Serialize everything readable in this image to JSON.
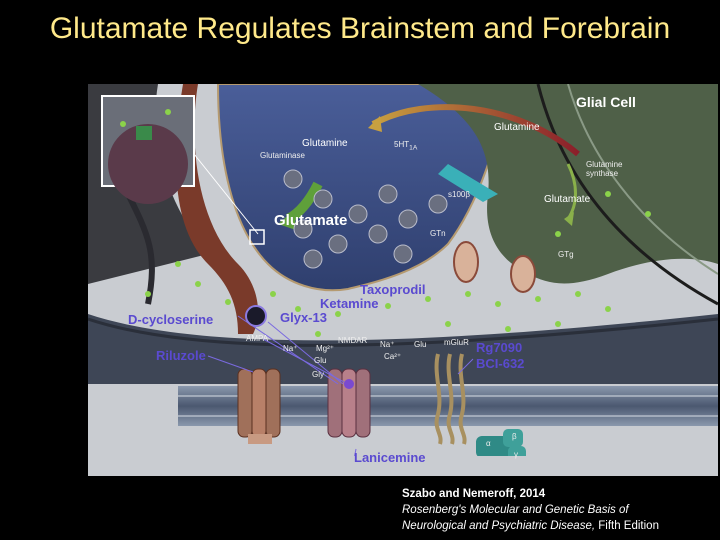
{
  "slide": {
    "title": "Glutamate Regulates Brainstem and Forebrain"
  },
  "figure": {
    "labels": {
      "glial_cell": "Glial Cell",
      "glutamine_glial": "Glutamine",
      "glutamine_synthase": "Glutamine synthase",
      "glutamate_glial": "Glutamate",
      "glutamine_neuron": "Glutamine",
      "glutaminase": "Glutaminase",
      "glutamate_neuron": "Glutamate",
      "five_ht": "5HT",
      "five_ht_sub": "1A",
      "s100b": "s100β",
      "gtn": "GTn",
      "gtg": "GTg",
      "ampa": "AMPA",
      "nmdar": "NMDAR",
      "glu_a": "Glu",
      "glu_b": "Glu",
      "gly": "Gly",
      "mglur": "mGluR",
      "na_a": "Na⁺",
      "na_b": "Na⁺",
      "mg": "Mg²⁺",
      "ca": "Ca²⁺",
      "alpha": "α",
      "beta": "β",
      "gamma": "γ"
    },
    "drugs": {
      "taxoprodil": "Taxoprodil",
      "ketamine": "Ketamine",
      "glyx13": "Glyx-13",
      "dcycloserine": "D-cycloserine",
      "riluzole": "Riluzole",
      "rg7090": "Rg7090",
      "bci632": "BCI-632",
      "lanicemine": "Lanicemine"
    },
    "colors": {
      "drug_label": "#5a4ad0",
      "neuron": "#3c4f86",
      "glial": "#4f6048",
      "membrane": "#5e6e88"
    }
  },
  "citation": {
    "line1": "Szabo and Nemeroff, 2014",
    "line2": "Rosenberg's Molecular and Genetic Basis of",
    "line3_italic": "Neurological and Psychiatric Disease,",
    "line3_rest": " Fifth Edition"
  }
}
